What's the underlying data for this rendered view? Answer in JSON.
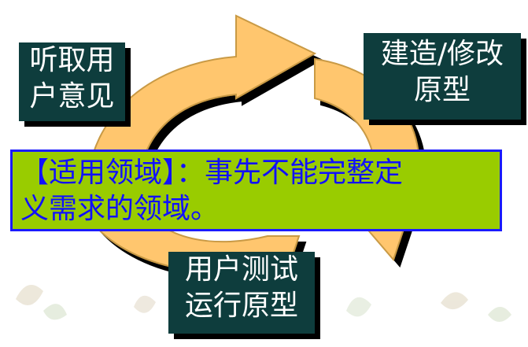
{
  "cycle": {
    "listen": [
      "听取用",
      "户意见"
    ],
    "build": [
      "建造/修改",
      "原型"
    ],
    "test": [
      "用户测试",
      "运行原型"
    ]
  },
  "note": {
    "line1": "【适用领域】：事先不能完整定",
    "line2": "义需求的领域。"
  },
  "colors": {
    "ring": "#ffc66e",
    "ring_edge": "#c99a45",
    "box": "#0e3d3d",
    "note_bg": "#99cc00",
    "note_text": "#1010ff"
  }
}
